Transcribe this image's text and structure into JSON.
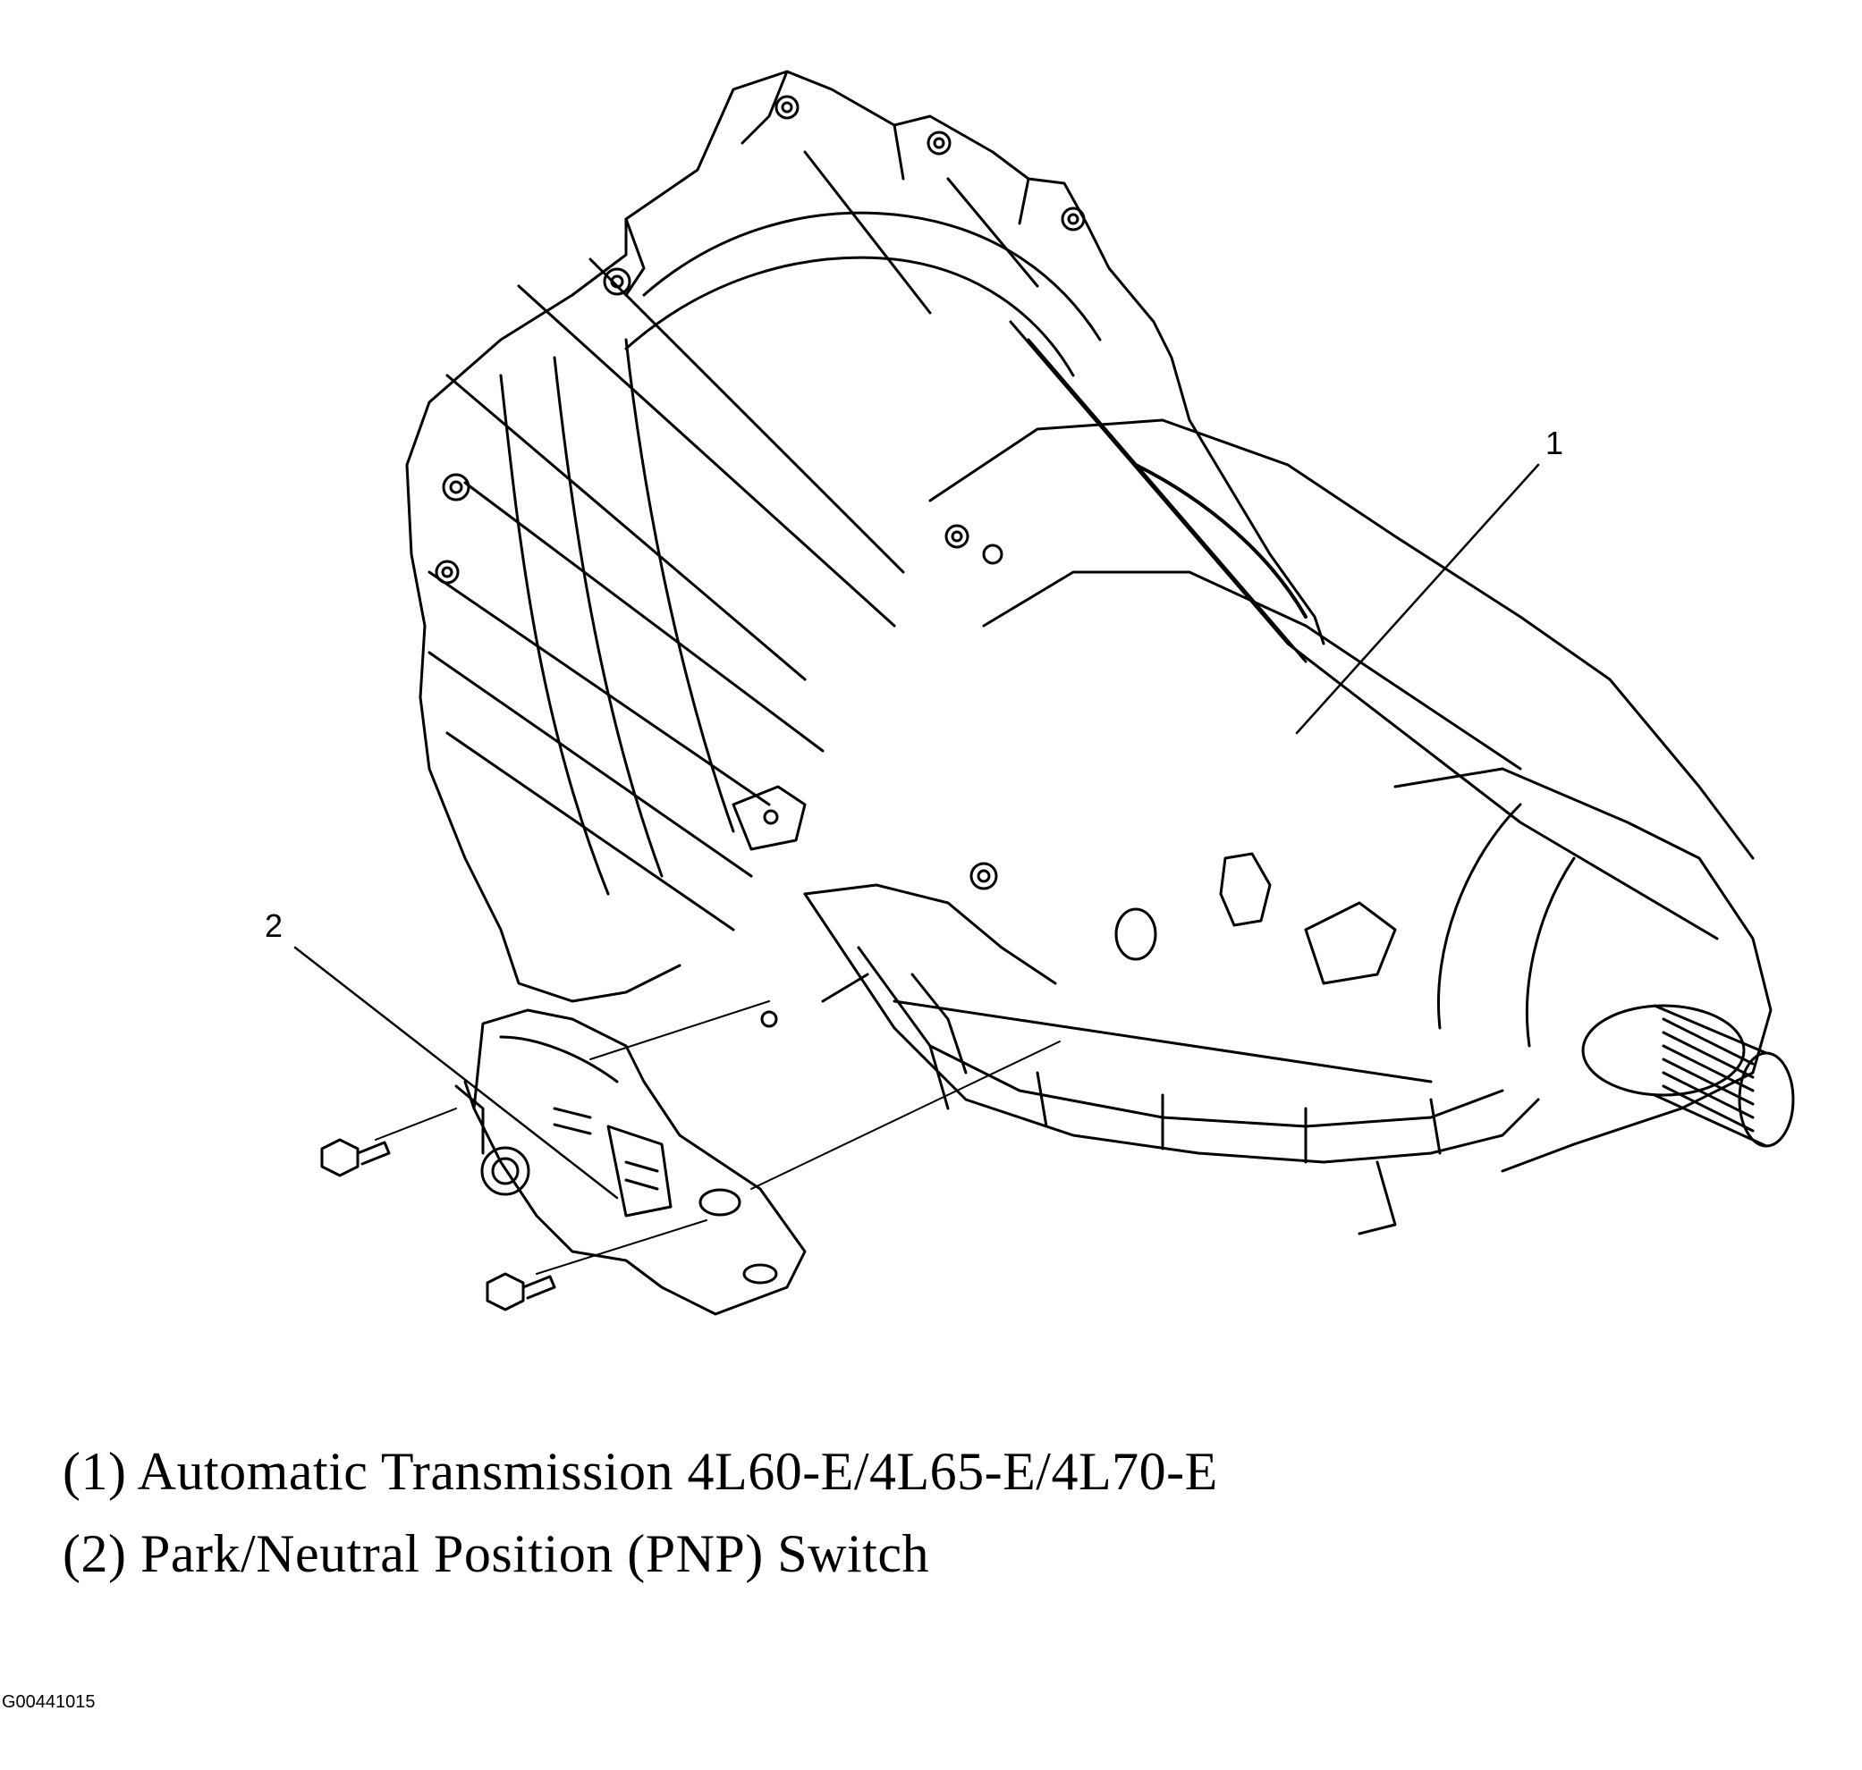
{
  "callouts": {
    "one": "1",
    "two": "2"
  },
  "legend": {
    "item1": "(1) Automatic Transmission 4L60-E/4L65-E/4L70-E",
    "item2": "(2) Park/Neutral Position (PNP) Switch"
  },
  "figure_id": "G00441015",
  "colors": {
    "line": "#000000",
    "background": "#ffffff"
  }
}
